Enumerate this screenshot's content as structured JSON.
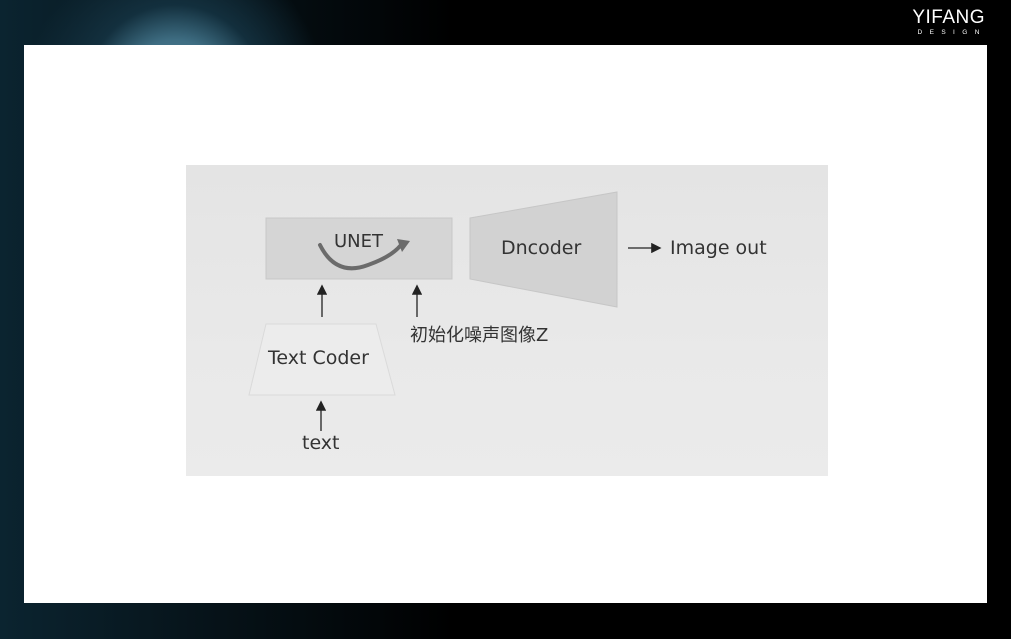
{
  "logo": {
    "brand": "YIFANG",
    "sub": "DESIGN"
  },
  "diagram": {
    "unet": "UNET",
    "decoder": "Dncoder",
    "output": "Image out",
    "text_encoder": "Text Coder",
    "noise_input": "初始化噪声图像Z",
    "text_input": "text"
  },
  "colors": {
    "page_background": "#000000",
    "slide": "#ffffff",
    "figure_background": "#e6e6e6",
    "box_fill": "#d6d6d6",
    "arrow": "#222222",
    "unet_arc": "#6b6b6b"
  }
}
